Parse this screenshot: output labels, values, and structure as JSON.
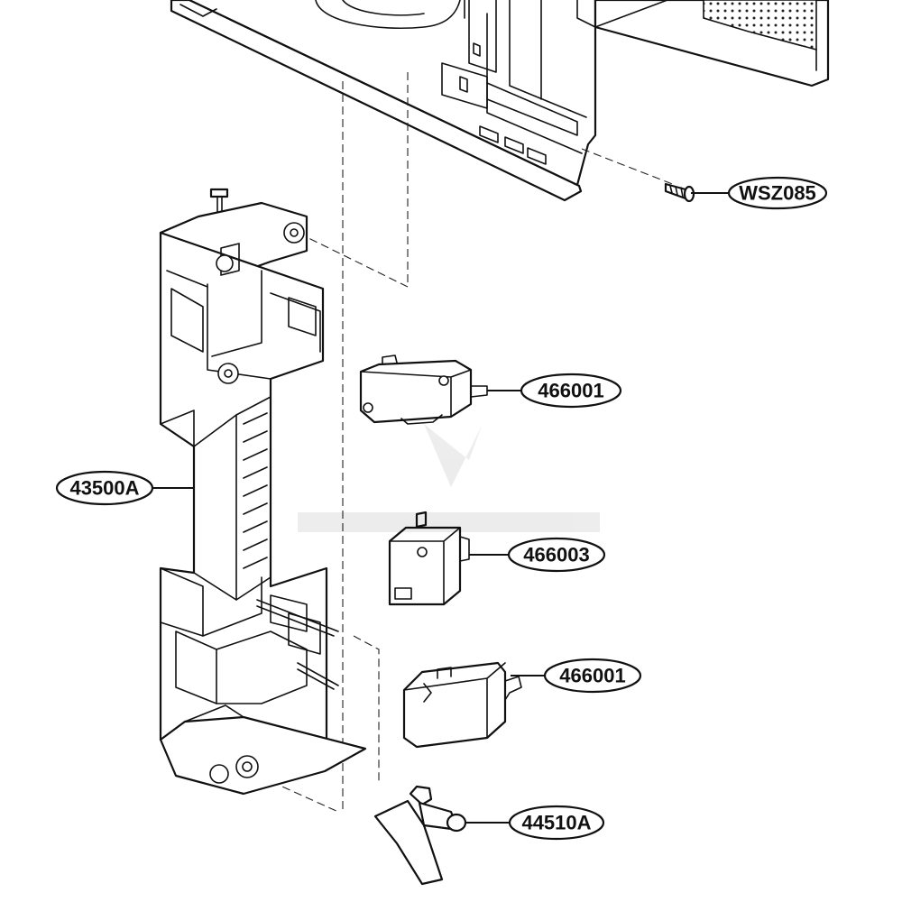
{
  "diagram": {
    "parts": [
      {
        "id": "WSZ085",
        "label": "WSZ085",
        "name": "screw"
      },
      {
        "id": "466001_top",
        "label": "466001",
        "name": "micro switch"
      },
      {
        "id": "43500A",
        "label": "43500A",
        "name": "latch board"
      },
      {
        "id": "466003",
        "label": "466003",
        "name": "micro switch"
      },
      {
        "id": "466001_bottom",
        "label": "466001",
        "name": "micro switch"
      },
      {
        "id": "44510A",
        "label": "44510A",
        "name": "lever"
      }
    ],
    "colors": {
      "line": "#111111",
      "background": "#ffffff"
    }
  }
}
